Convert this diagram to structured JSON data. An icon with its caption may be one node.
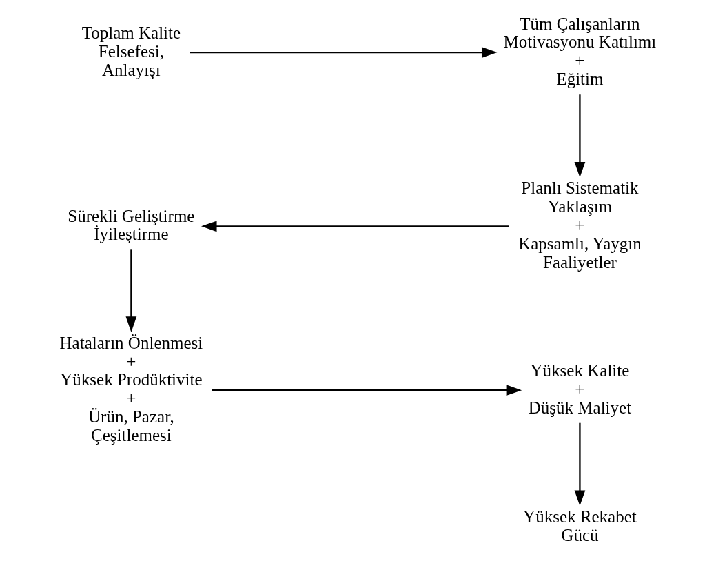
{
  "diagram": {
    "nodes": [
      {
        "text": [
          "Toplam Kalite Felsefesi, Anlayışı"
        ]
      },
      {
        "text": [
          "Tüm Çalışanların Motivasyonu Katılımı + Eğitim"
        ]
      },
      {
        "text": [
          "Planlı Sistematik Yaklaşım + Kapsamlı, Yaygın Faaliyetler"
        ]
      },
      {
        "text": [
          "Sürekli Geliştirme İyileştirme"
        ]
      },
      {
        "text": [
          "Hataların Önlenmesi + Yüksek Prodüktivite + Ürün, Pazar, Çeşitlemesi"
        ]
      },
      {
        "text": [
          "Yüksek Kalite + Düşük Maliyet"
        ]
      },
      {
        "text": [
          "Yüksek Rekabet Gücü"
        ]
      }
    ],
    "edges": [
      {
        "from": 0,
        "to": 1,
        "arrow": "to"
      },
      {
        "from": 1,
        "to": 2,
        "arrow": "to"
      },
      {
        "from": 2,
        "to": 3,
        "arrow": "to"
      },
      {
        "from": 3,
        "to": 4,
        "arrow": "to"
      },
      {
        "from": 4,
        "to": 5,
        "arrow": "to"
      },
      {
        "from": 5,
        "to": 6,
        "arrow": "to"
      }
    ]
  }
}
